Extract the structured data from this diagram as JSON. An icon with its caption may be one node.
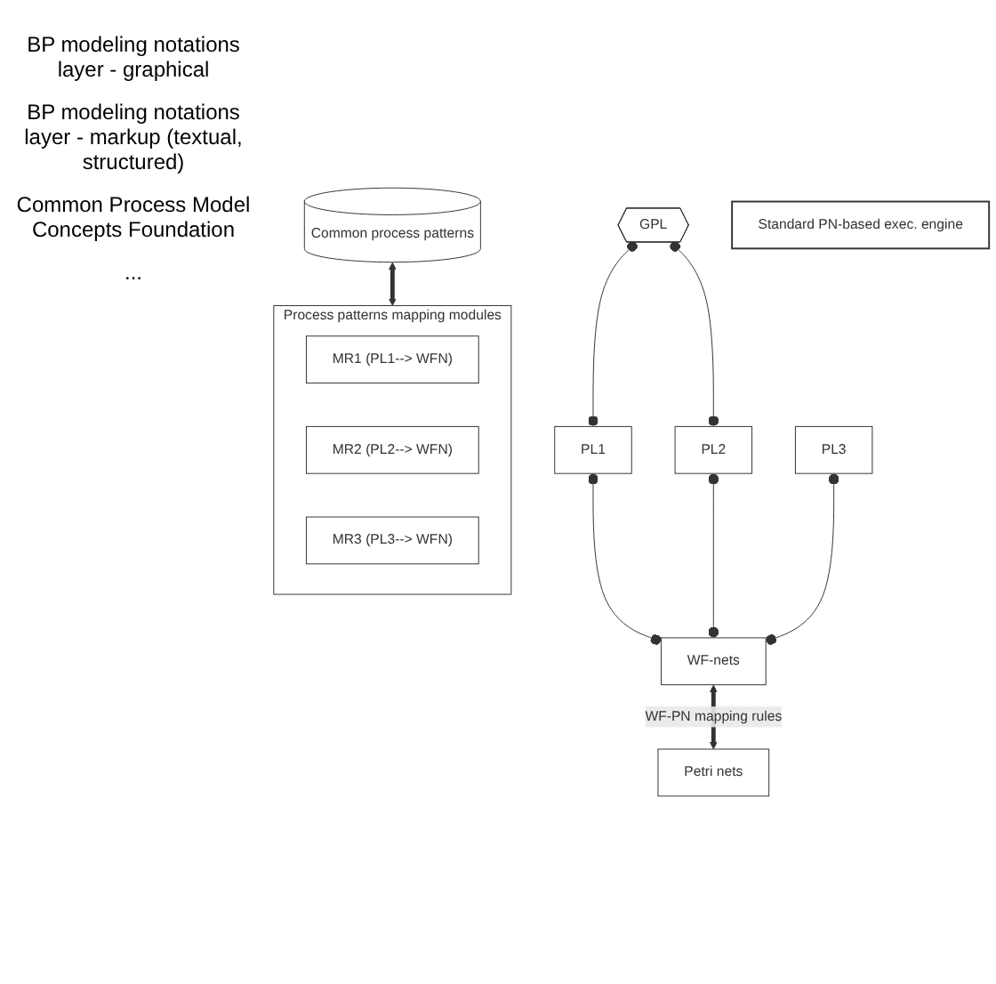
{
  "diagram": {
    "nodes": [
      {
        "text": [
          "GPL"
        ]
      },
      {
        "text": [
          "PL1"
        ]
      },
      {
        "text": [
          "PL2"
        ]
      },
      {
        "text": [
          "PL3"
        ]
      },
      {
        "text": [
          "Process patterns mapping modules"
        ]
      },
      {
        "text": [
          "MR1 (PL1--> WFN)"
        ],
        "in": 4
      },
      {
        "text": [
          "MR2 (PL2--> WFN)"
        ],
        "in": 4
      },
      {
        "text": [
          "MR3 (PL3--> WFN)"
        ],
        "in": 4
      },
      {
        "text": [
          "Common process patterns"
        ]
      },
      {
        "text": [
          "WF-nets"
        ]
      },
      {
        "text": [
          "Petri nets"
        ]
      },
      {
        "text": [
          "Standard PN-based exec. engine"
        ]
      }
    ],
    "edges": [
      {
        "from": 0,
        "to": 1,
        "arrow": "other"
      },
      {
        "from": 0,
        "to": 2,
        "arrow": "other"
      },
      {
        "from": 1,
        "to": 9,
        "arrow": "other"
      },
      {
        "from": 2,
        "to": 9,
        "arrow": "other"
      },
      {
        "from": 3,
        "to": 9,
        "arrow": "other"
      },
      {
        "from": 8,
        "to": 4,
        "arrow": "both",
        "style": "thick"
      },
      {
        "from": 9,
        "to": 10,
        "arrow": "both",
        "style": "thick",
        "label": "WF-PN mapping rules"
      }
    ],
    "labels": [
      "BP modeling notations layer - graphical",
      "BP modeling notations layer - markup (textual, structured)",
      "Common Process Model Concepts Foundation",
      "..."
    ]
  }
}
